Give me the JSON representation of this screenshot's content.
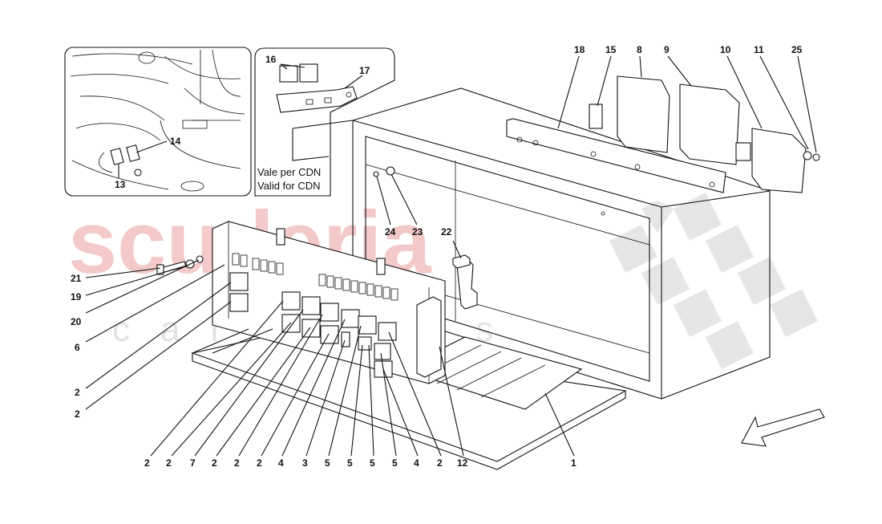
{
  "watermark": {
    "brand": "scuderia",
    "subtitle": "car parts"
  },
  "inset_cdn": {
    "note_line1": "Vale per CDN",
    "note_line2": "Valid for CDN"
  },
  "labels": {
    "l1": "1",
    "l2a": "2",
    "l2b": "2",
    "l2c": "2",
    "l2d": "2",
    "l2e": "2",
    "l2f": "2",
    "l2g": "2",
    "l2h": "2",
    "l3": "3",
    "l4a": "4",
    "l4b": "4",
    "l5a": "5",
    "l5b": "5",
    "l5c": "5",
    "l5d": "5",
    "l6": "6",
    "l7": "7",
    "l8": "8",
    "l9": "9",
    "l10": "10",
    "l11": "11",
    "l12": "12",
    "l13": "13",
    "l14": "14",
    "l15": "15",
    "l16": "16",
    "l17": "17",
    "l18": "18",
    "l19": "19",
    "l20": "20",
    "l21": "21",
    "l22": "22",
    "l23": "23",
    "l24": "24",
    "l25": "25"
  }
}
